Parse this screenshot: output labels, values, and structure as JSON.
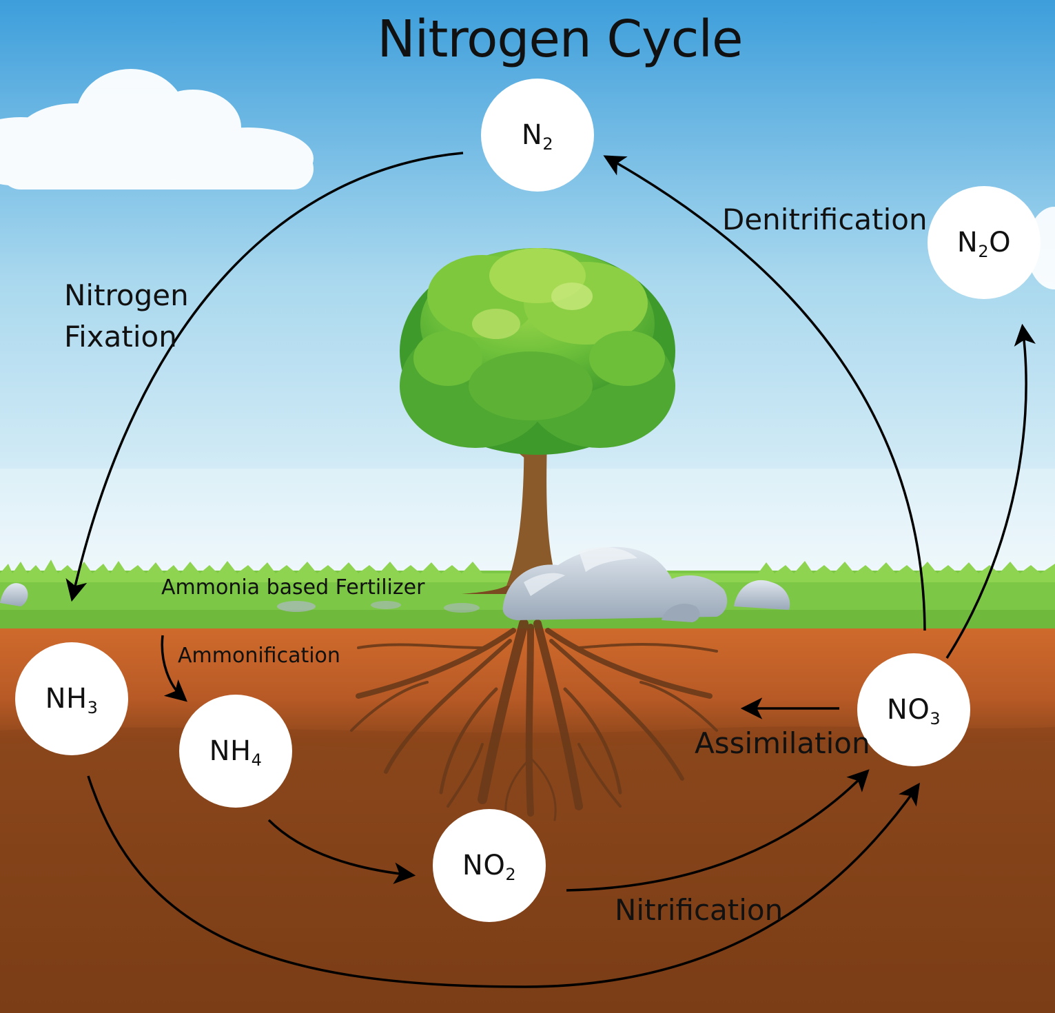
{
  "title": "Nitrogen Cycle",
  "colors": {
    "sky_top": "#3f9fdb",
    "sky_bottom": "#eef7fb",
    "grass": "#7cc846",
    "soil_top": "#c9622a",
    "soil_bottom": "#7a3f17",
    "arrow": "#000000",
    "node_fill": "#ffffff"
  },
  "nodes": {
    "n2": {
      "base": "N",
      "sub": "2",
      "tail": ""
    },
    "n2o": {
      "base": "N",
      "sub": "2",
      "tail": "O"
    },
    "nh3": {
      "base": "NH",
      "sub": "3",
      "tail": ""
    },
    "nh4": {
      "base": "NH",
      "sub": "4",
      "tail": ""
    },
    "no2": {
      "base": "NO",
      "sub": "2",
      "tail": ""
    },
    "no3": {
      "base": "NO",
      "sub": "3",
      "tail": ""
    }
  },
  "processes": {
    "fixation_line1": "Nitrogen",
    "fixation_line2": "Fixation",
    "denitrification": "Denitrification",
    "fertilizer": "Ammonia based Fertilizer",
    "ammonification": "Ammonification",
    "assimilation": "Assimilation",
    "nitrification": "Nitrification"
  }
}
